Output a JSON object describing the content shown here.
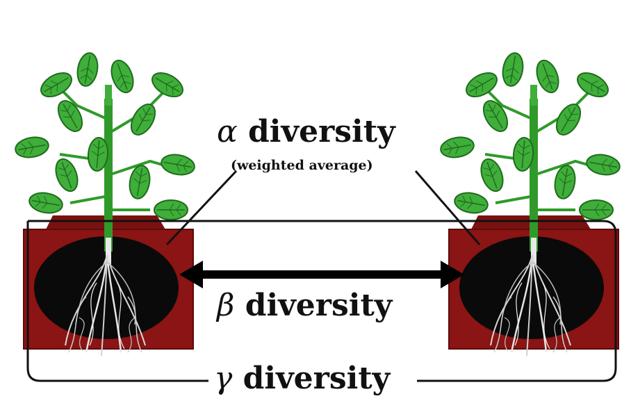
{
  "labels": {
    "alpha_symbol": "α",
    "alpha_text": " diversity",
    "alpha_sub": "(weighted average)",
    "beta_symbol": "β",
    "beta_text": " diversity",
    "gamma_symbol": "γ",
    "gamma_text": " diversity"
  },
  "colors": {
    "leaf": "#3fae3a",
    "leaf_dark": "#1f6b1c",
    "stem": "#2f9a2a",
    "pot": "#8b1414",
    "pot_dark": "#5e0b0b",
    "hole": "#0a0a0a",
    "roots": "#d9d9d9",
    "line": "#111111"
  }
}
